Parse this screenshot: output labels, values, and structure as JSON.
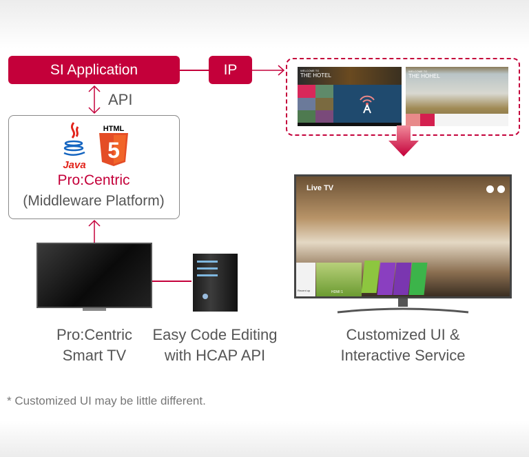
{
  "si_application": {
    "label": "SI Application"
  },
  "ip": {
    "label": "IP"
  },
  "api": {
    "label": "API"
  },
  "middleware": {
    "java_logo_text": "Java",
    "html_logo_text": "HTML",
    "html_logo_number": "5",
    "title": "Pro:Centric",
    "subtitle": "(Middleware Platform)"
  },
  "screens": {
    "left_welcome": "WELCOME TO",
    "left_hotel": "THE HOTEL",
    "right_welcome": "WELCOME TO",
    "right_hotel": "THE HOHEL"
  },
  "big_tv": {
    "overlay_title": "Live TV",
    "tile_recent": "Recent up",
    "tile_hdmi": "HDMI 1"
  },
  "labels": {
    "smart_tv": [
      "Pro:Centric",
      "Smart TV"
    ],
    "code_editing": [
      "Easy Code Editing",
      "with HCAP API"
    ],
    "customized": [
      "Customized UI &",
      "Interactive Service"
    ]
  },
  "footnote": "* Customized UI may be little different.",
  "colors": {
    "accent": "#c4003a",
    "text": "#555555"
  }
}
